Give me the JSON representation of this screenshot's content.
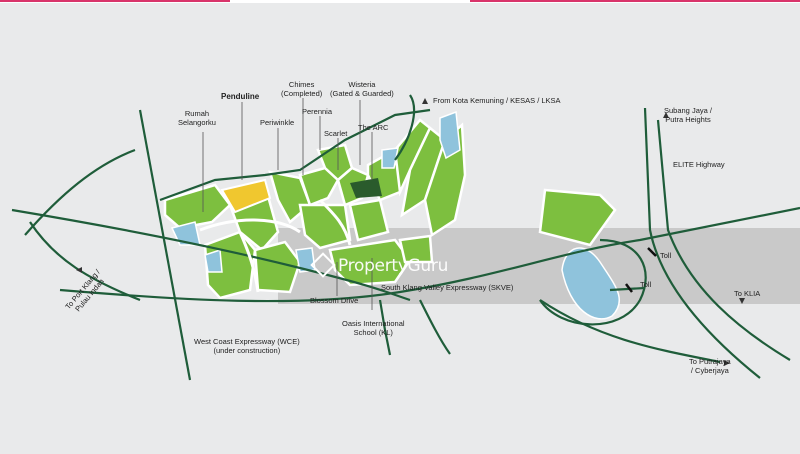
{
  "watermark": "PropertyGuru",
  "colors": {
    "background": "#e9eaeb",
    "road": "#1f5d3a",
    "parcel": "#7dbf3f",
    "parcel_dark": "#2a5b2c",
    "highlight": "#f0c72f",
    "lake": "#8fc3dc",
    "band": "#bdbdbd",
    "arrow": "#333333"
  },
  "labels": {
    "penduline": "Penduline",
    "rumah": "Rumah\nSelangorku",
    "chimes": "Chimes\n(Completed)",
    "wisteria": "Wisteria\n(Gated & Guarded)",
    "perennia": "Perennia",
    "periwinkle": "Periwinkle",
    "scarlet": "Scarlet",
    "the_arc": "The ARC",
    "kota_kemuning": "From Kota Kemuning / KESAS / LKSA",
    "subang_jaya": "Subang Jaya /\nPutra Heights",
    "elite": "ELITE Highway",
    "toll_1": "Toll",
    "toll_2": "Toll",
    "to_klia": "To KLIA",
    "to_putrajaya": "To Putrajaya\n/ Cyberjaya",
    "port_klang": "To Port Klang /\nPulau Indah",
    "blossom_drive": "Blossom Drive",
    "skve": "South Klang Valley Expressway (SKVE)",
    "oasis": "Oasis International\nSchool (KL)",
    "wce": "West Coast Expressway (WCE)\n(under construction)"
  }
}
